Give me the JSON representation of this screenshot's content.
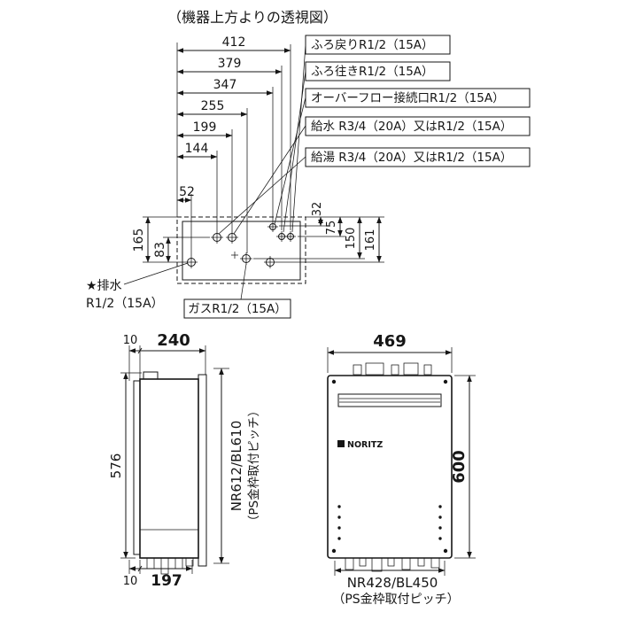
{
  "title": "（機器上方よりの透視図）",
  "top_view": {
    "h_dims": [
      "412",
      "379",
      "347",
      "255",
      "199",
      "144",
      "52"
    ],
    "left_dims": [
      "165",
      "83"
    ],
    "right_dims": [
      "32",
      "75",
      "150",
      "161"
    ],
    "callouts": [
      "ふろ戻りR1/2（15A）",
      "ふろ往きR1/2（15A）",
      "オーバーフロー接続口R1/2（15A）",
      "給水 R3/4（20A）又はR1/2（15A）",
      "給湯 R3/4（20A）又はR1/2（15A）"
    ],
    "drain_line1": "★排水",
    "drain_line2": "R1/2（15A）",
    "gas_label": "ガスR1/2（15A）"
  },
  "side_view": {
    "top_offset": "10",
    "top_width": "240",
    "height": "576",
    "bottom_offset": "10",
    "bottom_width": "197",
    "pitch": "NR612/BL610",
    "pitch_note": "（PS金枠取付ピッチ）"
  },
  "front_view": {
    "width": "469",
    "height": "600",
    "brand": "NORITZ",
    "pitch": "NR428/BL450",
    "pitch_note": "（PS金枠取付ピッチ）"
  }
}
